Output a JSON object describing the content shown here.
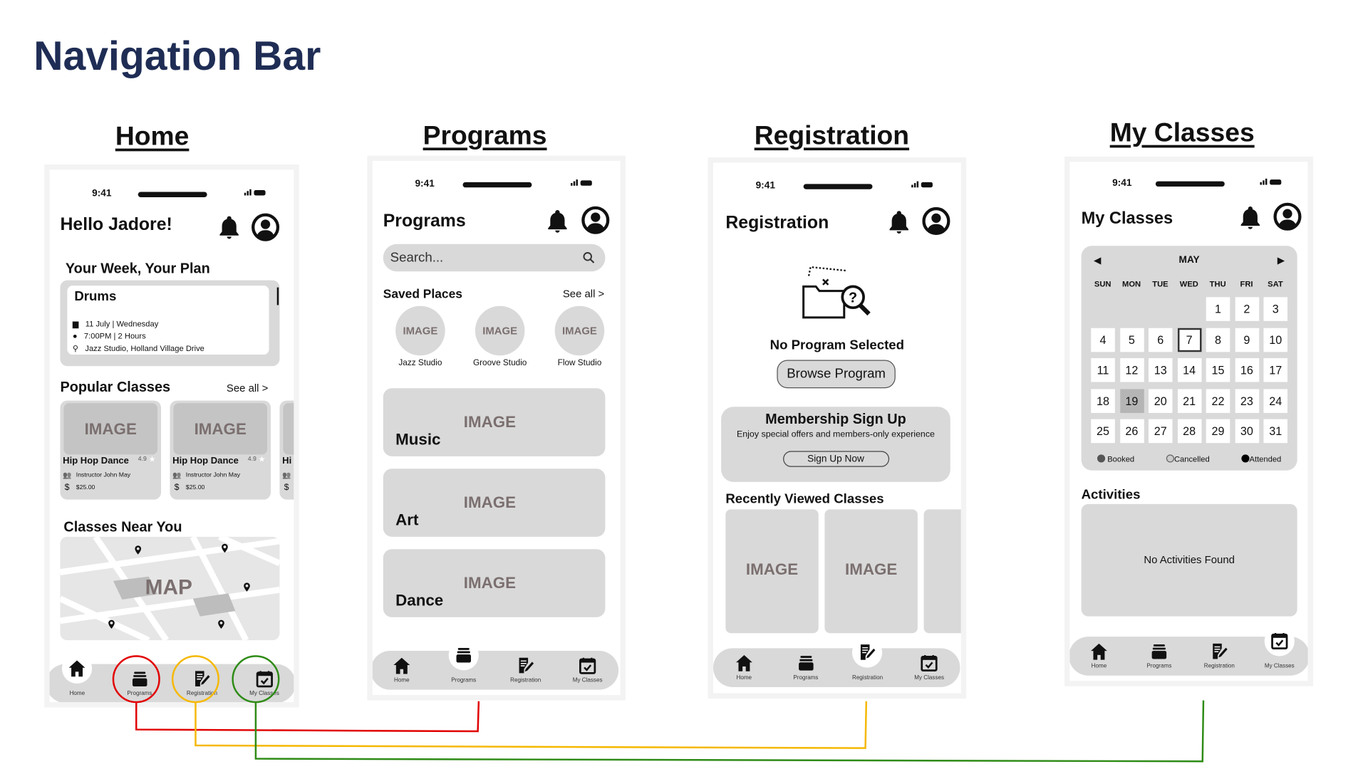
{
  "page_title": "Navigation Bar",
  "sections": {
    "home": "Home",
    "programs": "Programs",
    "registration": "Registration",
    "my_classes": "My Classes"
  },
  "status_time": "9:41",
  "nav_labels": [
    "Home",
    "Programs",
    "Registration",
    "My Classes"
  ],
  "home": {
    "greeting": "Hello Jadore!",
    "week_title": "Your Week, Your Plan",
    "plan": {
      "title": "Drums",
      "date": "11 July  |  Wednesday",
      "time": "7:00PM |  2 Hours",
      "location": "Jazz Studio, Holland Village Drive"
    },
    "popular_title": "Popular Classes",
    "see_all": "See all >",
    "classes": [
      {
        "image": "IMAGE",
        "name": "Hip Hop Dance",
        "rating": "4.9",
        "instructor": "Instructor John May",
        "price": "$25.00"
      },
      {
        "image": "IMAGE",
        "name": "Hip Hop Dance",
        "rating": "4.9",
        "instructor": "Instructor John May",
        "price": "$25.00"
      },
      {
        "image": "",
        "name": "Hi",
        "rating": "",
        "instructor": "",
        "price": ""
      }
    ],
    "near_title": "Classes Near You",
    "map_label": "MAP"
  },
  "programs": {
    "title": "Programs",
    "search_placeholder": "Search...",
    "saved_title": "Saved Places",
    "see_all": "See all >",
    "places": [
      {
        "image": "IMAGE",
        "name": "Jazz Studio"
      },
      {
        "image": "IMAGE",
        "name": "Groove Studio"
      },
      {
        "image": "IMAGE",
        "name": "Flow Studio"
      }
    ],
    "categories": [
      {
        "image": "IMAGE",
        "name": "Music"
      },
      {
        "image": "IMAGE",
        "name": "Art"
      },
      {
        "image": "IMAGE",
        "name": "Dance"
      }
    ]
  },
  "registration": {
    "title": "Registration",
    "empty_text": "No Program Selected",
    "browse_button": "Browse Program",
    "membership": {
      "title": "Membership Sign Up",
      "subtitle": "Enjoy special offers and members-only experience",
      "button": "Sign Up Now"
    },
    "recent_title": "Recently Viewed Classes",
    "recent": [
      "IMAGE",
      "IMAGE"
    ]
  },
  "my_classes": {
    "title": "My Classes",
    "calendar": {
      "month": "MAY",
      "weekdays": [
        "SUN",
        "MON",
        "TUE",
        "WED",
        "THU",
        "FRI",
        "SAT"
      ],
      "first_weekday": 4,
      "days": 31,
      "today": 7,
      "selected": 19
    },
    "legend": [
      "Booked",
      "Cancelled",
      "Attended"
    ],
    "activities_title": "Activities",
    "activities_empty": "No Activities Found"
  },
  "colors": {
    "red": "#e10000",
    "yellow": "#f5b800",
    "green": "#2e8b16",
    "title": "#1f2d55"
  }
}
